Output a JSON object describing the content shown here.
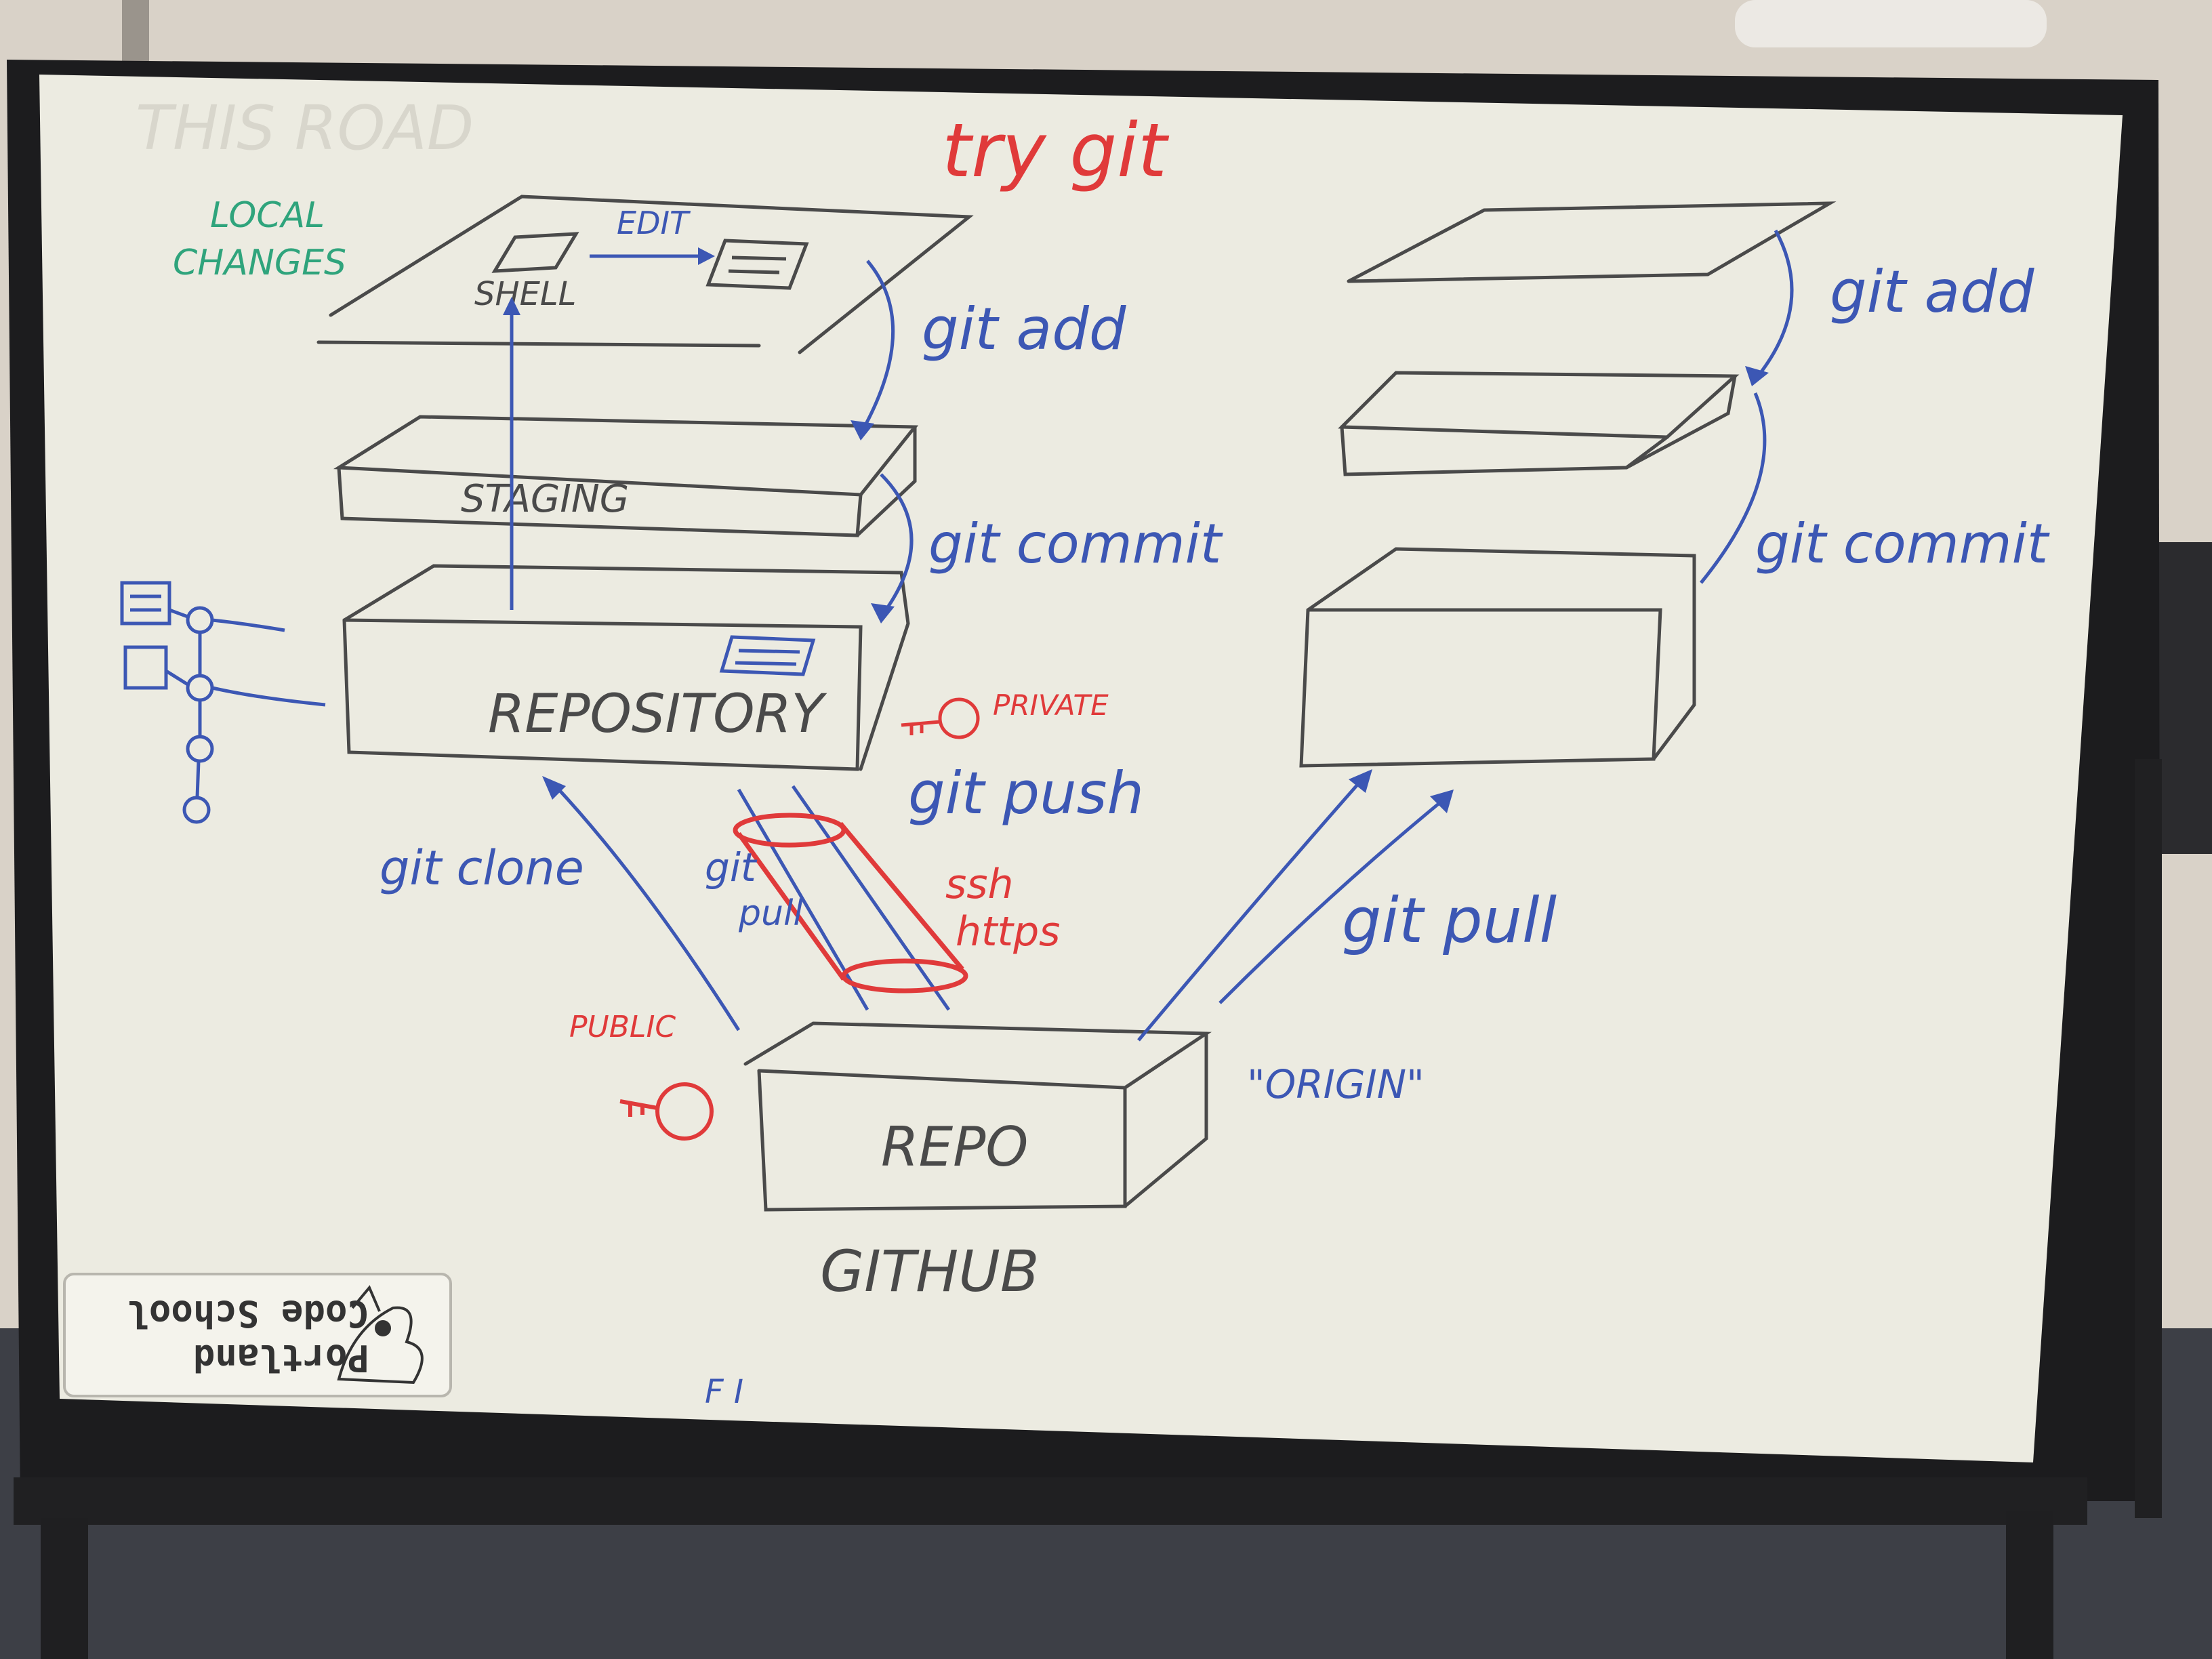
{
  "colors": {
    "wall": "#d9d2c8",
    "room_dark": "#2b2b2e",
    "floor": "#3d3f46",
    "frame": "#1c1c1e",
    "board": "#ecebe1",
    "ink_black": "#4a4a4a",
    "ink_blue": "#3c57b4",
    "ink_red": "#e03a3a",
    "ink_green": "#2fa47c",
    "ink_ghost": "#d8d6cc"
  },
  "board": {
    "ghost_text": "THIS ROAD",
    "title": "try git",
    "left": {
      "local_changes_line1": "LOCAL",
      "local_changes_line2": "CHANGES",
      "edit": "EDIT",
      "shell": "SHELL",
      "staging": "STAGING",
      "repository": "REPOSITORY",
      "git_add": "git add",
      "git_commit": "git commit",
      "private": "PRIVATE",
      "git_push": "git push",
      "git_clone": "git clone",
      "git_pull_line1": "git",
      "git_pull_line2": "pull",
      "ssh": "ssh",
      "https": "https"
    },
    "remote": {
      "public": "PUBLIC",
      "repo": "REPO",
      "origin": "\"ORIGIN\"",
      "github": "GITHUB"
    },
    "right": {
      "git_add": "git add",
      "git_commit": "git commit",
      "git_pull": "git pull"
    },
    "bottom_scrawl": "F I",
    "sticker": {
      "line1": "Portland",
      "line2": "Code School"
    }
  }
}
